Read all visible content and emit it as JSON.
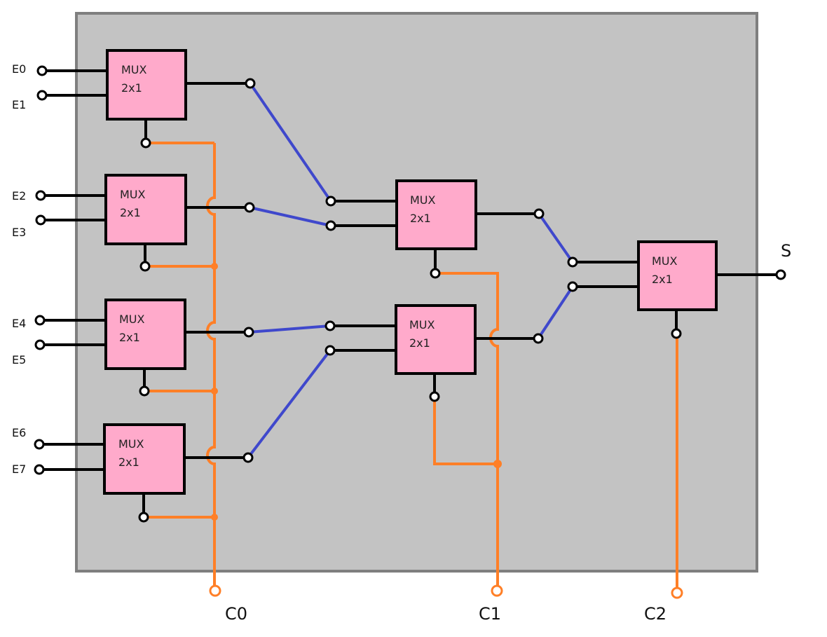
{
  "colors": {
    "background": "#ffffff",
    "board_fill": "#c3c3c3",
    "board_stroke": "#7f7f7f",
    "mux_fill": "#ffaacb",
    "mux_stroke": "#000000",
    "wire": "#000000",
    "data_wire": "#3f48cc",
    "control_wire": "#ff7f27",
    "terminal_fill": "#ffffff"
  },
  "mux_text": {
    "line1": "MUX",
    "line2": "2x1"
  },
  "inputs": [
    "E0",
    "E1",
    "E2",
    "E3",
    "E4",
    "E5",
    "E6",
    "E7"
  ],
  "output": "S",
  "controls": [
    "C0",
    "C1",
    "C2"
  ]
}
